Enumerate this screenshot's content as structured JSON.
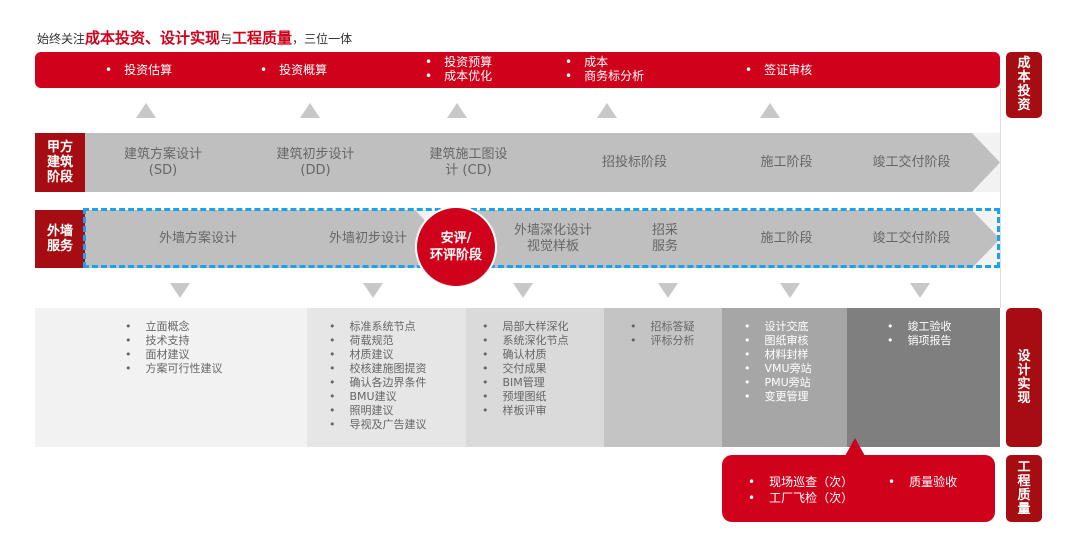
{
  "title": {
    "prefix": "始终关注",
    "h1": "成本投资、设计实现",
    "mid": "与",
    "h2": "工程质量",
    "suffix": "，三位一体"
  },
  "cost_items": [
    [
      "投资估算"
    ],
    [
      "投资概算"
    ],
    [
      "投资预算",
      "成本优化"
    ],
    [
      "成本",
      "商务标分析"
    ],
    [
      "签证审核"
    ]
  ],
  "side_labels": {
    "cost": "成本投资",
    "design": "设计实现",
    "quality": "工程质量"
  },
  "row1": {
    "label": "甲方建筑阶段",
    "stages": [
      "建筑方案设计\n(SD)",
      "建筑初步设计\n(DD)",
      "建筑施工图设\n计 (CD)",
      "招投标阶段",
      "施工阶段",
      "竣工交付阶段"
    ]
  },
  "row2": {
    "label": "外墙服务",
    "stages": [
      "外墙方案设计",
      "外墙初步设计",
      "外墙深化设计\n视觉样板",
      "招采\n服务",
      "施工阶段",
      "竣工交付阶段"
    ],
    "highlight": "安评/\n环评阶段"
  },
  "design_items": [
    [
      "立面概念",
      "技术支持",
      "面材建议",
      "方案可行性建议"
    ],
    [
      "标准系统节点",
      "荷载规范",
      "材质建议",
      "校核建施图提资",
      "确认各边界条件",
      "BMU建议",
      "照明建议",
      "导视及广告建议"
    ],
    [
      "局部大样深化",
      "系统深化节点",
      "确认材质",
      "交付成果",
      "BIM管理",
      "预埋图纸",
      "样板评审"
    ],
    [
      "招标答疑",
      "评标分析"
    ],
    [
      "设计交底",
      "图纸审核",
      "材料封样",
      "VMU旁站",
      "PMU旁站",
      "变更管理"
    ],
    [
      "竣工验收",
      "销项报告"
    ]
  ],
  "quality_items": {
    "col1": [
      "现场巡查（次）",
      "工厂飞检（次）"
    ],
    "col2": [
      "质量验收"
    ]
  },
  "colors": {
    "red": "#d0021b",
    "dark_red": "#a50d12",
    "dash": "#1aa3e8"
  }
}
